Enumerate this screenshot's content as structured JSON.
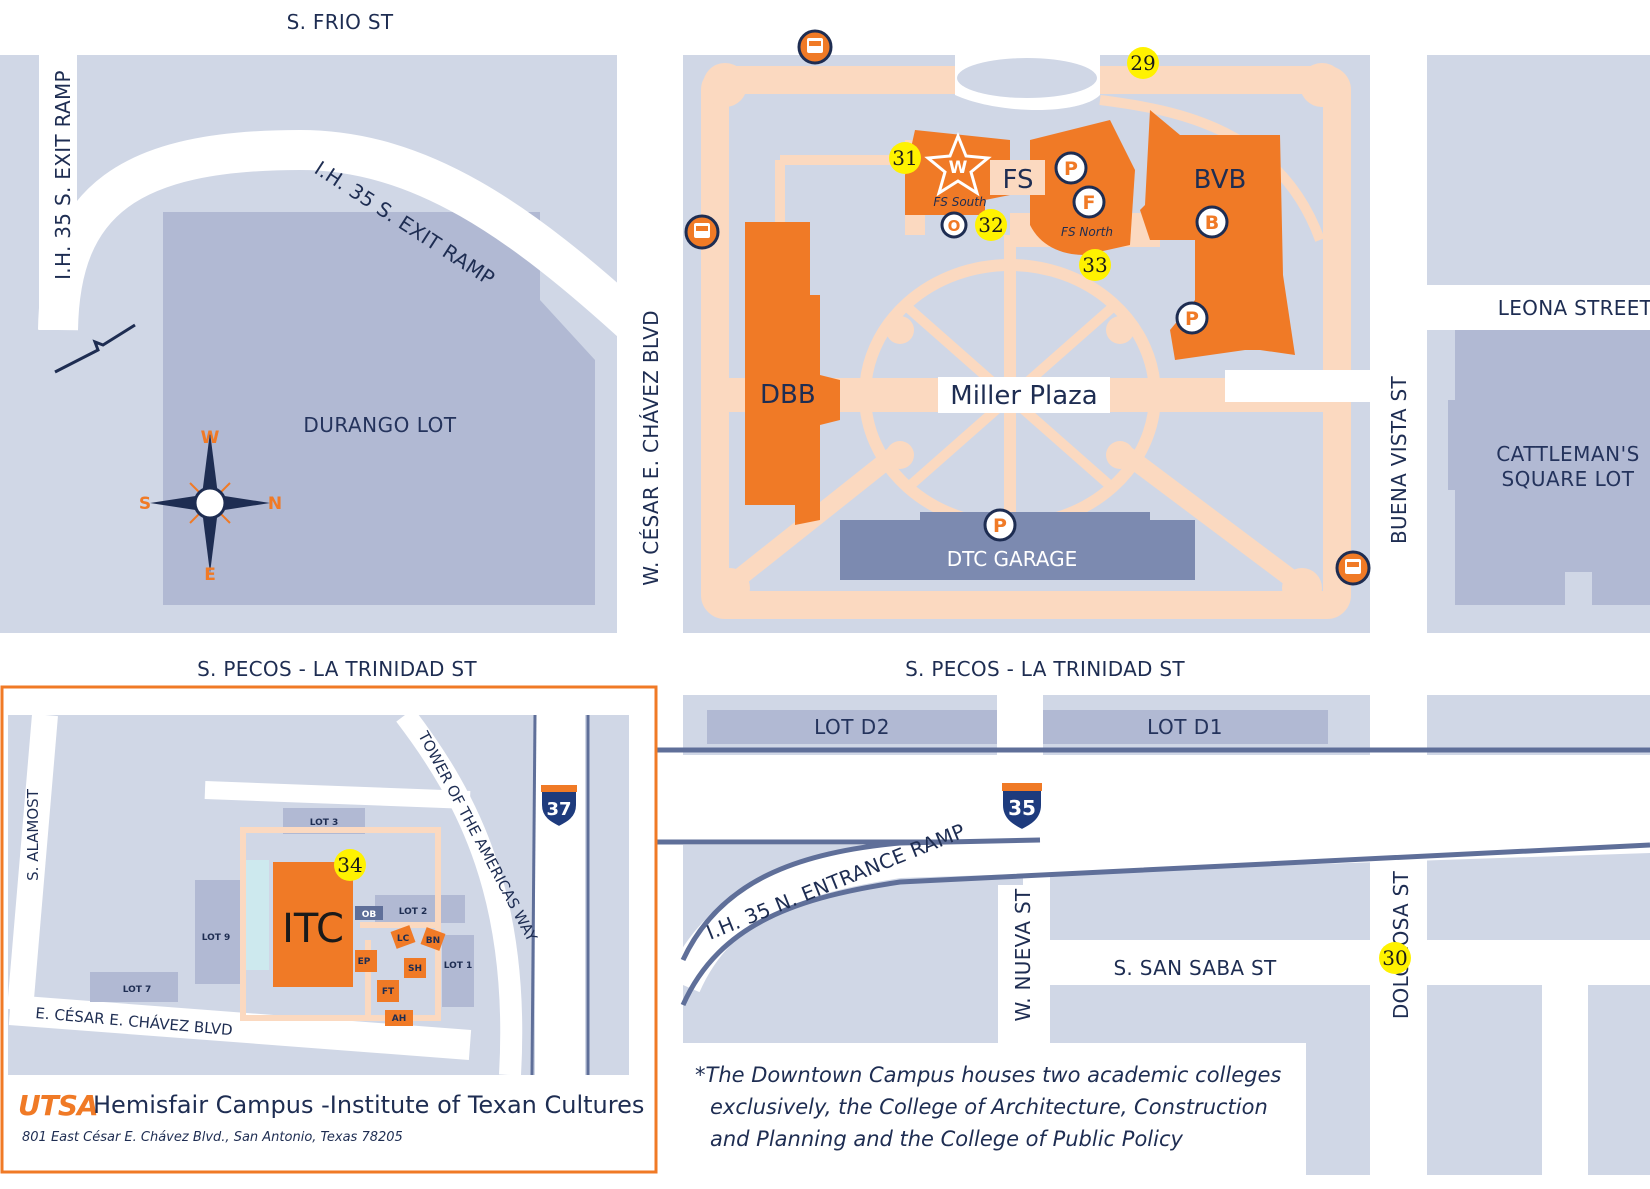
{
  "streets": {
    "s_frio": "S. FRIO ST",
    "ih35_exit_ramp_left": "I.H. 35 S. EXIT RAMP",
    "ih35_exit_ramp_curve": "I.H. 35 S. EXIT RAMP",
    "w_cesar_chavez": "W. CÉSAR E. CHÁVEZ BLVD",
    "buena_vista": "BUENA VISTA ST",
    "leona": "LEONA STREET",
    "pecos_left": "S. PECOS - LA TRINIDAD ST",
    "pecos_right": "S. PECOS - LA TRINIDAD ST",
    "ih35_entrance_ramp": "I.H. 35 N. ENTRANCE RAMP",
    "w_nueva": "W. NUEVA ST",
    "s_san_saba": "S. SAN SABA ST",
    "dolorosa": "DOLOROSA ST",
    "interstate_35": "35",
    "interstate_37": "37"
  },
  "lots": {
    "durango": "DURANGO LOT",
    "cattlemans_line1": "CATTLEMAN'S",
    "cattlemans_line2": "SQUARE LOT",
    "dtc_garage": "DTC GARAGE",
    "lot_d2": "LOT D2",
    "lot_d1": "LOT D1"
  },
  "buildings": {
    "dbb": "DBB",
    "bvb": "BVB",
    "fs": "FS",
    "fs_south": "FS South",
    "fs_north": "FS North",
    "miller_plaza": "Miller Plaza"
  },
  "markers": {
    "m29": "29",
    "m30": "30",
    "m31": "31",
    "m32": "32",
    "m33": "33",
    "m34": "34"
  },
  "icons": {
    "parking": "P",
    "w": "W",
    "f": "F",
    "b": "B",
    "o": "O",
    "bus_icon": "bus-stop-icon",
    "compass_icon": "compass-rose-icon"
  },
  "compass": {
    "top": "W",
    "bottom": "E",
    "left": "S",
    "right": "N"
  },
  "inset": {
    "s_alamo": "S. ALAMOST",
    "tower": "TOWER OF THE AMERICAS WAY",
    "e_cesar": "E. CÉSAR E. CHÁVEZ BLVD",
    "lot3": "LOT 3",
    "lot2": "LOT 2",
    "lot1": "LOT 1",
    "lot9": "LOT 9",
    "lot7": "LOT 7",
    "itc": "ITC",
    "ob": "OB",
    "lc": "LC",
    "bn": "BN",
    "ep": "EP",
    "sh": "SH",
    "ft": "FT",
    "ah": "AH",
    "logo": "UTSA",
    "title": "Hemisfair Campus -Institute of Texan Cultures",
    "address": "801 East César E. Chávez Blvd., San Antonio, Texas 78205"
  },
  "note": {
    "line1": "*The Downtown Campus houses two academic colleges",
    "line2": "exclusively, the College of Architecture, Construction",
    "line3": "and Planning  and the College of Public Policy"
  },
  "colors": {
    "block": "#d0d7e6",
    "lot": "#b1b9d3",
    "dark_lot": "#7c8ab0",
    "campus_path": "#fbd9c0",
    "building": "#f07a26",
    "navy": "#1e2d52",
    "marker": "#fff200"
  }
}
